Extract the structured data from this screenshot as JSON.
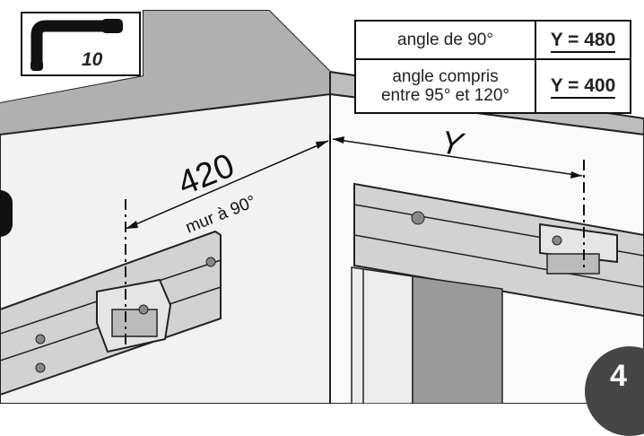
{
  "tool_badge": {
    "number": "10",
    "icon": "hex-key-icon"
  },
  "dimension_left": {
    "value": "420",
    "caption": "mur à 90°"
  },
  "dimension_right": {
    "label": "Y"
  },
  "spec_table": {
    "rows": [
      {
        "condition": "angle de 90°",
        "condition_lines": [
          "angle de 90°"
        ],
        "value": "Y = 480"
      },
      {
        "condition": "angle compris entre 95° et 120°",
        "condition_lines": [
          "angle compris",
          "entre 95° et 120°"
        ],
        "value": "Y = 400"
      }
    ]
  },
  "step_number": "4",
  "colors": {
    "wall_top": "#b9b9b9",
    "wall_face": "#f4f4f4",
    "rail": "#cfcfcf",
    "badge": "#454545"
  }
}
